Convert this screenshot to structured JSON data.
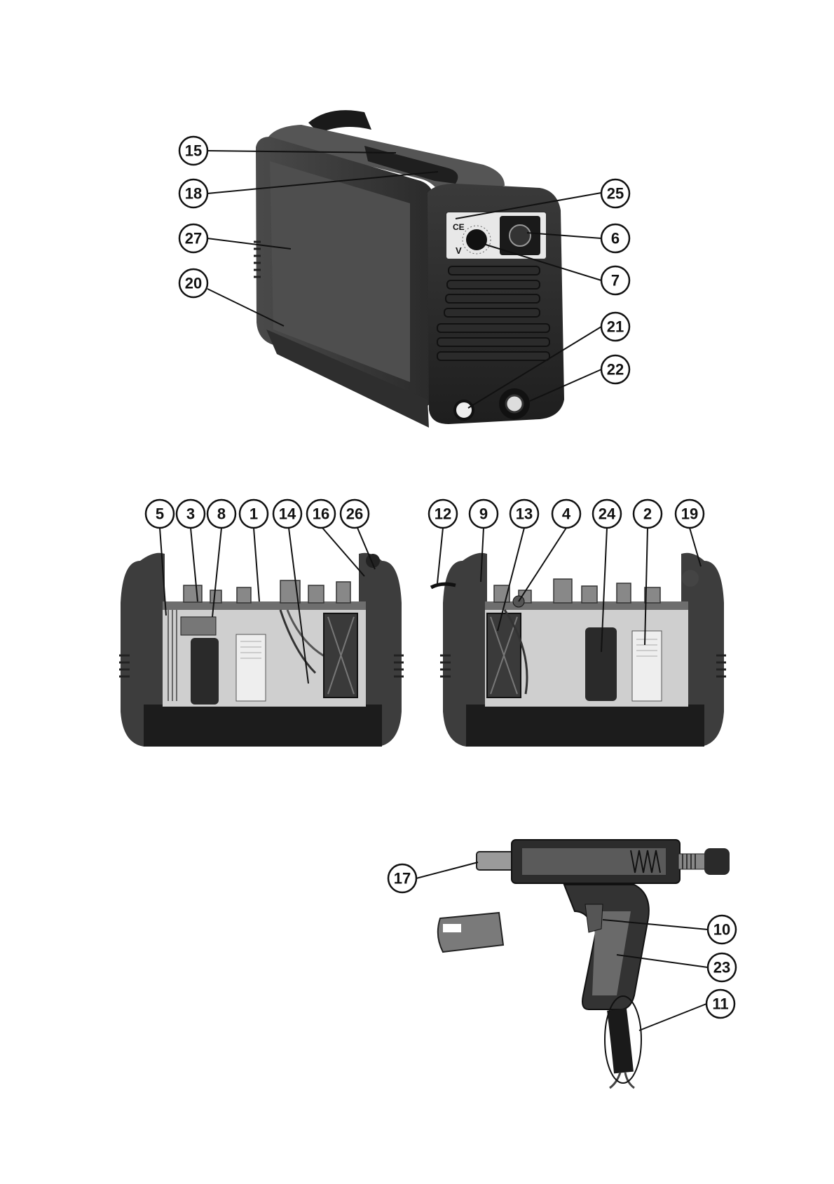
{
  "figure_top": {
    "callouts": {
      "c15": "15",
      "c18": "18",
      "c27": "27",
      "c20": "20",
      "c25": "25",
      "c6": "6",
      "c7": "7",
      "c21": "21",
      "c22": "22"
    },
    "panel_text": {
      "ce_mark": "CE",
      "unit": "V"
    }
  },
  "figure_middle_left": {
    "callouts": {
      "c5": "5",
      "c3": "3",
      "c8": "8",
      "c1": "1",
      "c14": "14",
      "c16": "16",
      "c26": "26"
    }
  },
  "figure_middle_right": {
    "callouts": {
      "c12": "12",
      "c9": "9",
      "c13": "13",
      "c4": "4",
      "c24": "24",
      "c2": "2",
      "c19": "19"
    }
  },
  "figure_bottom": {
    "callouts": {
      "c17": "17",
      "c10": "10",
      "c23": "23",
      "c11": "11"
    }
  }
}
